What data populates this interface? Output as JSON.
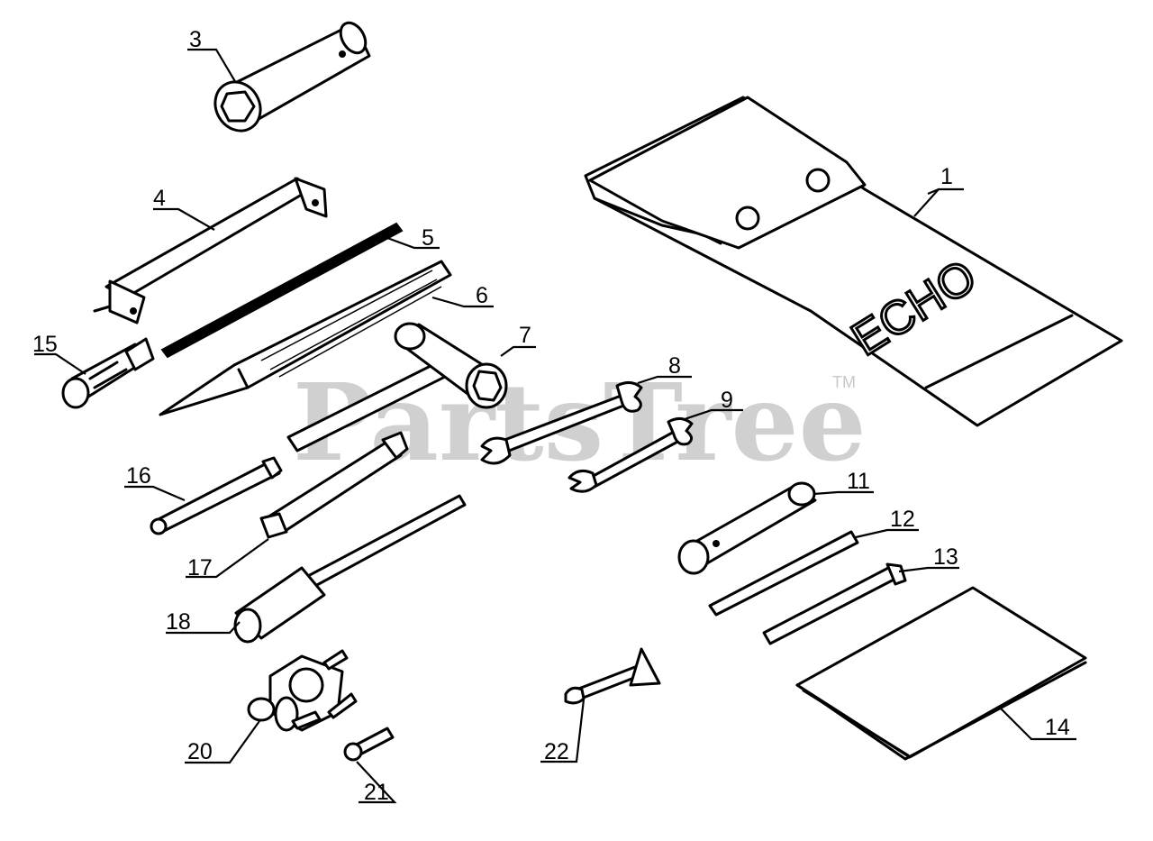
{
  "watermark": {
    "text": "PartsTree",
    "tm": "TM"
  },
  "pouch_logo": "ECHO",
  "parts": [
    {
      "id": "p1",
      "label": "1"
    },
    {
      "id": "p3",
      "label": "3"
    },
    {
      "id": "p4",
      "label": "4"
    },
    {
      "id": "p5",
      "label": "5"
    },
    {
      "id": "p6",
      "label": "6"
    },
    {
      "id": "p7",
      "label": "7"
    },
    {
      "id": "p8",
      "label": "8"
    },
    {
      "id": "p9",
      "label": "9"
    },
    {
      "id": "p11",
      "label": "11"
    },
    {
      "id": "p12",
      "label": "12"
    },
    {
      "id": "p13",
      "label": "13"
    },
    {
      "id": "p14",
      "label": "14"
    },
    {
      "id": "p15",
      "label": "15"
    },
    {
      "id": "p16",
      "label": "16"
    },
    {
      "id": "p17",
      "label": "17"
    },
    {
      "id": "p18",
      "label": "18"
    },
    {
      "id": "p20",
      "label": "20"
    },
    {
      "id": "p21",
      "label": "21"
    },
    {
      "id": "p22",
      "label": "22"
    }
  ]
}
